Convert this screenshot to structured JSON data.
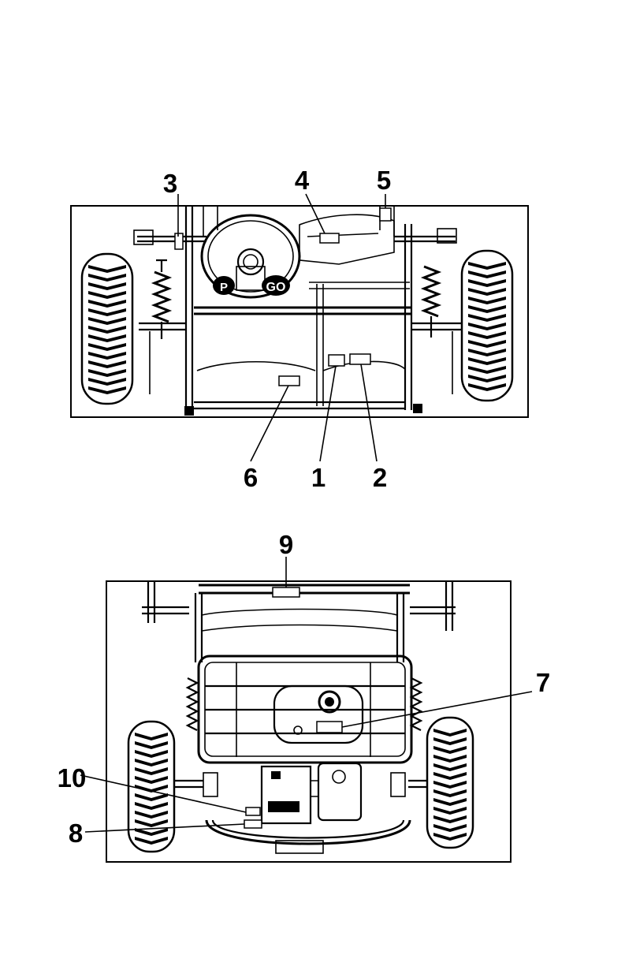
{
  "figure": {
    "front_view": {
      "callouts": [
        "1",
        "2",
        "3",
        "4",
        "5",
        "6"
      ],
      "steering_buttons": [
        "P",
        "GO"
      ]
    },
    "rear_view": {
      "callouts": [
        "7",
        "8",
        "9",
        "10"
      ]
    }
  }
}
